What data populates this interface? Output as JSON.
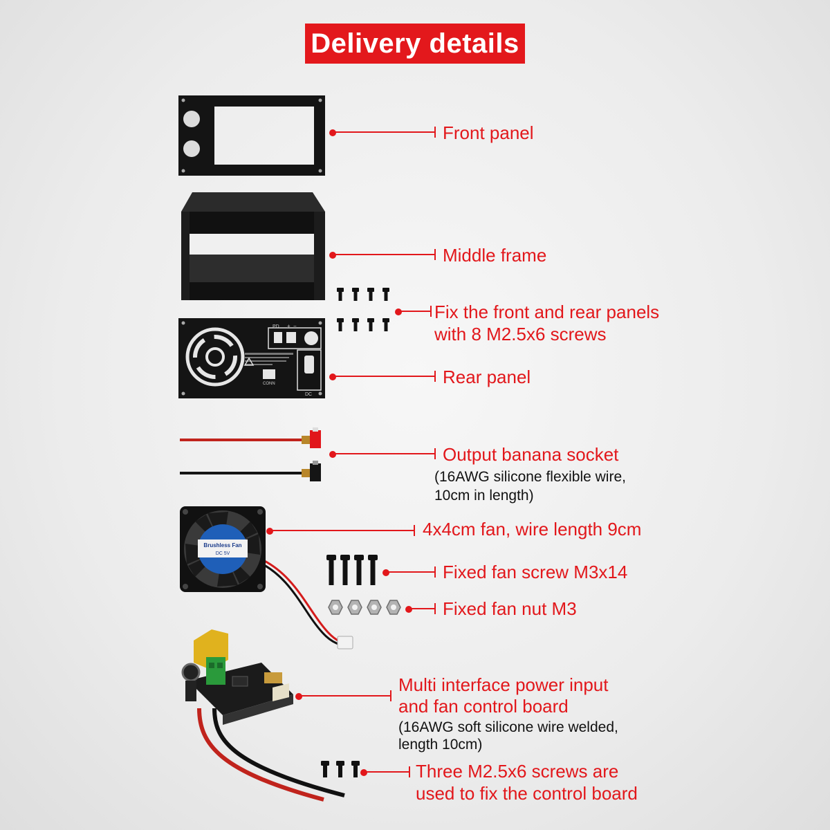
{
  "header": {
    "title": "Delivery details"
  },
  "items": [
    {
      "id": "front-panel",
      "label": "Front panel"
    },
    {
      "id": "middle-frame",
      "label": "Middle frame"
    },
    {
      "id": "panel-screws",
      "label_lines": [
        "Fix the front and rear panels",
        "with 8 M2.5x6 screws"
      ]
    },
    {
      "id": "rear-panel",
      "label": "Rear panel"
    },
    {
      "id": "banana-socket",
      "label": "Output banana socket",
      "note_lines": [
        "(16AWG silicone flexible wire,",
        "10cm in length)"
      ]
    },
    {
      "id": "fan",
      "label": "4x4cm fan, wire length 9cm"
    },
    {
      "id": "fan-screw",
      "label": "Fixed fan screw M3x14"
    },
    {
      "id": "fan-nut",
      "label": "Fixed fan nut M3"
    },
    {
      "id": "control-board",
      "label_lines": [
        "Multi interface power input",
        "and fan control board"
      ],
      "note_lines": [
        "(16AWG soft silicone wire welded,",
        "length 10cm)"
      ]
    },
    {
      "id": "board-screws",
      "label_lines": [
        "Three M2.5x6 screws are",
        "used to fix the control board"
      ]
    }
  ],
  "part_markings": {
    "rear_panel": [
      "PD",
      "+",
      "−",
      "DC",
      "CONN"
    ],
    "fan": [
      "Brushless Fan",
      "DC 5V"
    ]
  },
  "colors": {
    "accent": "#e2171b",
    "banner": "#e3181c",
    "metal": "#141414"
  }
}
